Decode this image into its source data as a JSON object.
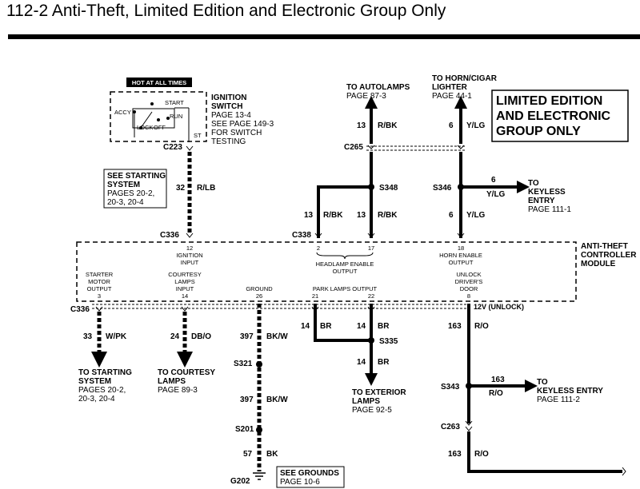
{
  "page_title": "112-2 Anti-Theft, Limited Edition and Electronic Group Only",
  "limited_box": [
    "LIMITED EDITION",
    "AND ELECTRONIC",
    "GROUP ONLY"
  ],
  "hot_label": "HOT AT ALL TIMES",
  "ignition": {
    "lines": [
      "IGNITION",
      "SWITCH",
      "PAGE 13-4",
      "SEE PAGE 149-3",
      "FOR SWITCH",
      "TESTING"
    ],
    "accy": "ACCY",
    "start": "START",
    "run": "RUN",
    "lock": "LOCK",
    "off": "OFF",
    "st": "ST"
  },
  "see_starting": [
    "SEE STARTING",
    "SYSTEM",
    "PAGES 20-2,",
    "20-3, 20-4"
  ],
  "see_grounds": [
    "SEE GROUNDS",
    "PAGE 10-6"
  ],
  "connectors": {
    "c223": "C223",
    "c265": "C265",
    "c336_top": "C336",
    "c338": "C338",
    "c336_bottom": "C336",
    "c263": "C263"
  },
  "splices": {
    "s348": "S348",
    "s346": "S346",
    "s335": "S335",
    "s321": "S321",
    "s201": "S201",
    "s343": "S343",
    "g202": "G202"
  },
  "wires": {
    "w32": {
      "num": "32",
      "color": "R/LB"
    },
    "w13a": {
      "num": "13",
      "color": "R/BK"
    },
    "w13b": {
      "num": "13",
      "color": "R/BK"
    },
    "w13c": {
      "num": "13",
      "color": "R/BK"
    },
    "w6a": {
      "num": "6",
      "color": "Y/LG"
    },
    "w6b": {
      "num": "6",
      "color": "Y/LG"
    },
    "w6c": {
      "num": "6",
      "color": "Y/LG"
    },
    "w33": {
      "num": "33",
      "color": "W/PK"
    },
    "w24": {
      "num": "24",
      "color": "DB/O"
    },
    "w397a": {
      "num": "397",
      "color": "BK/W"
    },
    "w397b": {
      "num": "397",
      "color": "BK/W"
    },
    "w57": {
      "num": "57",
      "color": "BK"
    },
    "w14a": {
      "num": "14",
      "color": "BR"
    },
    "w14b": {
      "num": "14",
      "color": "BR"
    },
    "w14c": {
      "num": "14",
      "color": "BR"
    },
    "w163a": {
      "num": "163",
      "color": "R/O"
    },
    "w163b": {
      "num": "163",
      "color": "R/O"
    },
    "w163c": {
      "num": "163",
      "color": "R/O"
    }
  },
  "destinations": {
    "autolamps": [
      "TO AUTOLAMPS",
      "PAGE 87-3"
    ],
    "horn": [
      "TO HORN/CIGAR",
      "LIGHTER",
      "PAGE 44-1"
    ],
    "keyless_top": [
      "TO",
      "KEYLESS",
      "ENTRY",
      "PAGE 111-1"
    ],
    "starting": [
      "TO STARTING",
      "SYSTEM",
      "PAGES 20-2,",
      "20-3, 20-4"
    ],
    "courtesy": [
      "TO COURTESY",
      "LAMPS",
      "PAGE 89-3"
    ],
    "exterior": [
      "TO EXTERIOR",
      "LAMPS",
      "PAGE 92-5"
    ],
    "keyless_bottom": [
      "TO",
      "KEYLESS ENTRY",
      "PAGE 111-2"
    ]
  },
  "module": {
    "name": [
      "ANTI-THEFT",
      "CONTROLLER",
      "MODULE"
    ],
    "pins_top": {
      "ignition": {
        "pin": "12",
        "label": [
          "IGNITION",
          "INPUT"
        ]
      },
      "headlamp_pin_a": "2",
      "headlamp_pin_b": "17",
      "headlamp_label": [
        "HEADLAMP ENABLE",
        "OUTPUT"
      ],
      "horn": {
        "pin": "18",
        "label": [
          "HORN ENABLE",
          "OUTPUT"
        ]
      }
    },
    "pins_bottom": {
      "starter": {
        "pin": "3",
        "label": [
          "STARTER",
          "MOTOR",
          "OUTPUT"
        ]
      },
      "courtesy": {
        "pin": "14",
        "label": [
          "COURTESY",
          "LAMPS",
          "INPUT"
        ]
      },
      "ground": {
        "pin": "26",
        "label": [
          "GROUND"
        ]
      },
      "park_label": "PARK LAMPS OUTPUT",
      "park_pin_a": "21",
      "park_pin_b": "22",
      "unlock": {
        "pin": "8",
        "label": [
          "UNLOCK",
          "DRIVER'S",
          "DOOR"
        ]
      }
    }
  },
  "unlock_note": "12V (UNLOCK)"
}
